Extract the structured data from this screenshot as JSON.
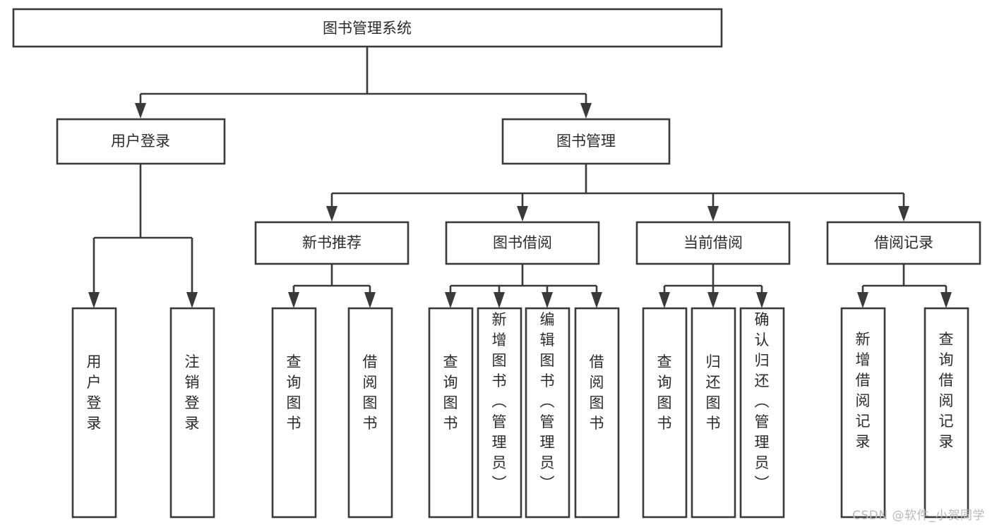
{
  "diagram": {
    "title": "图书管理系统",
    "type": "tree-hierarchy-chart",
    "root": {
      "label": "图书管理系统"
    },
    "level1": [
      {
        "label": "用户登录"
      },
      {
        "label": "图书管理"
      }
    ],
    "level2": [
      {
        "label": "新书推荐"
      },
      {
        "label": "图书借阅"
      },
      {
        "label": "当前借阅"
      },
      {
        "label": "借阅记录"
      }
    ],
    "leaves_user_login": [
      {
        "label": "用户登录"
      },
      {
        "label": "注销登录"
      }
    ],
    "leaves_new_book": [
      {
        "label": "查询图书"
      },
      {
        "label": "借阅图书"
      }
    ],
    "leaves_borrow": [
      {
        "label": "查询图书"
      },
      {
        "label": "新增图书（管理员）"
      },
      {
        "label": "编辑图书（管理员）"
      },
      {
        "label": "借阅图书"
      }
    ],
    "leaves_current": [
      {
        "label": "查询图书"
      },
      {
        "label": "归还图书"
      },
      {
        "label": "确认归还（管理员）"
      }
    ],
    "leaves_record": [
      {
        "label": "新增借阅记录"
      },
      {
        "label": "查询借阅记录"
      }
    ]
  },
  "watermark": {
    "text": "CSDN @软件_小贺同学"
  },
  "colors": {
    "stroke": "#3a3a3a",
    "fill": "#ffffff",
    "text": "#2b2b2b",
    "watermark": "#b9b9b9"
  }
}
